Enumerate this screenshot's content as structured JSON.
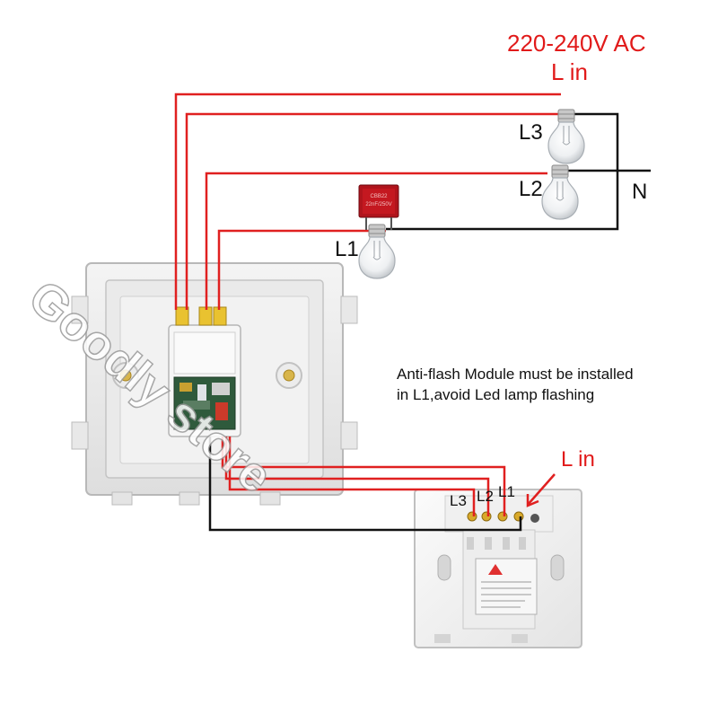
{
  "supply": {
    "voltage": "220-240V AC",
    "live": "L in"
  },
  "loads": [
    {
      "id": "L3",
      "label": "L3"
    },
    {
      "id": "L2",
      "label": "L2"
    },
    {
      "id": "L1",
      "label": "L1"
    }
  ],
  "neutral_label": "N",
  "note": {
    "line1": "Anti-flash Module must be installed",
    "line2": "in L1,avoid Led lamp flashing"
  },
  "switch": {
    "live_label": "L in",
    "terminals": [
      "L3",
      "L2",
      "L1"
    ]
  },
  "capacitor_print": {
    "line1": "CBB22",
    "line2": "22nF/250V"
  },
  "watermark": "Goodly store",
  "colors": {
    "live_wire": "#e02020",
    "neutral_wire": "#111111",
    "label_red": "#e11a1a"
  }
}
